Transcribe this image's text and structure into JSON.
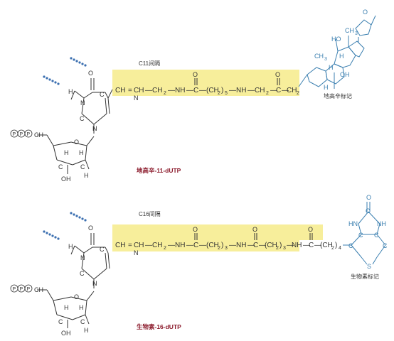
{
  "top": {
    "spacer_label": "C11间隔",
    "chain": [
      "CH",
      "=",
      "CH",
      "—",
      "CH",
      "2",
      "—",
      "NH",
      "—",
      "C",
      "—",
      "(CH",
      "2",
      ")",
      "5",
      "—",
      "NH",
      "—",
      "CH",
      "2",
      "—",
      "C",
      "—",
      "CH",
      "2"
    ],
    "tag_label": "地高辛标记",
    "compound_name": "地高辛-11-dUTP",
    "steroid_atoms": {
      "oh1": "HO",
      "ch3_a": "CH",
      "three": "3",
      "h1": "H",
      "ch3_b": "CH",
      "three_b": "3",
      "h2": "H",
      "h3": "H",
      "oh2": "OH",
      "o_lac": "O"
    }
  },
  "bottom": {
    "spacer_label": "C16间隔",
    "chain_tail": "(CH",
    "tag_label": "生物素标记",
    "compound_name": "生物素-16-dUTP",
    "biotin_atoms": {
      "o": "O",
      "hn": "HN",
      "nh": "NH",
      "s": "S",
      "c": "C"
    }
  },
  "common": {
    "o": "O",
    "n": "N",
    "h": "H",
    "c": "C",
    "oh": "OH",
    "ch2": "CH",
    "two": "2",
    "p": "P",
    "three": "3",
    "four": "4"
  },
  "colors": {
    "highlight": "#f7ee9b",
    "tag": "#3b7fb0",
    "title": "#8b1a2b",
    "dots": "#3b6fb0"
  }
}
